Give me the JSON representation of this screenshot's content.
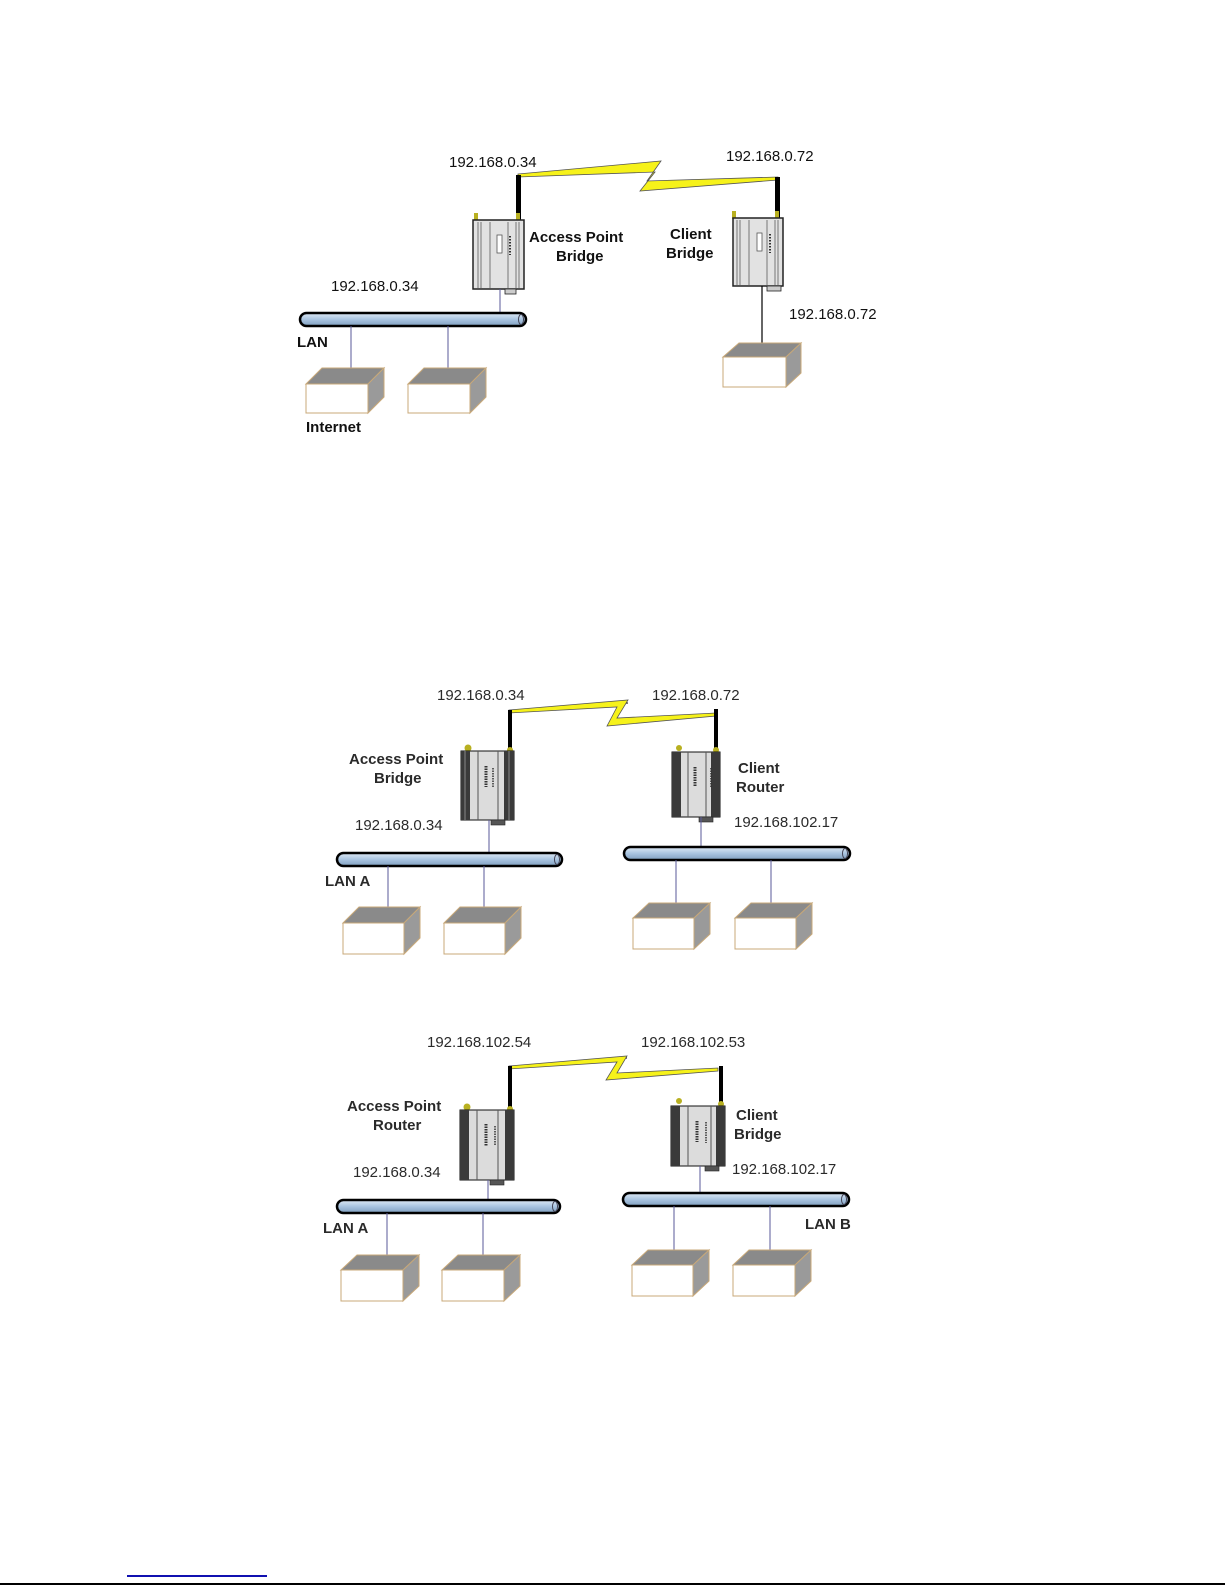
{
  "page": {
    "background": "#ffffff",
    "colors": {
      "lan_bus_fill": "#b8d0e8",
      "lan_bus_stroke": "#000000",
      "drop_line": "#5a5a9a",
      "bolt_fill": "#f6f21a",
      "box_top": "#8a8a8a",
      "box_side": "#9a9a9a",
      "box_stroke": "#c8a878",
      "device_body": "#e4e4e4",
      "device_dark": "#333333",
      "antenna": "#000000",
      "connector": "#b8b020",
      "footer_link": "#1010b0"
    }
  },
  "diagrams": [
    {
      "id": "bridge-to-bridge",
      "style": "light",
      "ap": {
        "title_line1": "Access Point",
        "title_line2": "Bridge",
        "wireless_ip": "192.168.0.34",
        "lan_ip": "192.168.0.34"
      },
      "client": {
        "title_line1": "Client",
        "title_line2": "Bridge",
        "wireless_ip": "192.168.0.72",
        "lan_ip": "192.168.0.72"
      },
      "lan_left": {
        "label": "LAN",
        "host_count": 2,
        "host_labels": [
          "Internet",
          ""
        ]
      },
      "lan_right": {
        "label": "",
        "host_count": 1
      }
    },
    {
      "id": "bridge-to-router",
      "style": "dark",
      "ap": {
        "title_line1": "Access Point",
        "title_line2": "Bridge",
        "wireless_ip": "192.168.0.34",
        "lan_ip": "192.168.0.34"
      },
      "client": {
        "title_line1": "Client",
        "title_line2": "Router",
        "wireless_ip": "192.168.0.72",
        "lan_ip": "192.168.102.17"
      },
      "lan_left": {
        "label": "LAN A",
        "host_count": 2
      },
      "lan_right": {
        "label": "",
        "host_count": 2
      }
    },
    {
      "id": "router-to-bridge",
      "style": "dark",
      "ap": {
        "title_line1": "Access Point",
        "title_line2": "Router",
        "wireless_ip": "192.168.102.54",
        "lan_ip": "192.168.0.34"
      },
      "client": {
        "title_line1": "Client",
        "title_line2": "Bridge",
        "wireless_ip": "192.168.102.53",
        "lan_ip": "192.168.102.17"
      },
      "lan_left": {
        "label": "LAN A",
        "host_count": 2
      },
      "lan_right": {
        "label": "LAN B",
        "host_count": 2
      }
    }
  ]
}
